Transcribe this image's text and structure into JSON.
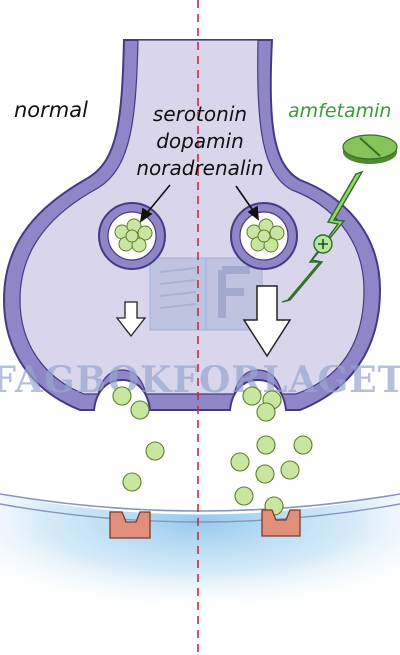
{
  "labels": {
    "normal": "normal",
    "amfetamin": "amfetamin",
    "transmitters": [
      "serotonin",
      "dopamin",
      "noradrenalin"
    ]
  },
  "watermark": "FAGBOKFORLAGET",
  "colors": {
    "membrane": "#8e86c6",
    "membrane_edge": "#463a86",
    "cytoplasm": "#d9d6ec",
    "vesicle_fill": "#c8e6a0",
    "vesicle_edge": "#5e7d2a",
    "receptor": "#e0907a",
    "pill": "#7bb64a",
    "lightning": "#98d66a",
    "divider": "#cc2a3a",
    "amfetamin_text": "#3a9a3a",
    "synapse_glow": "#8fc6ec"
  },
  "icons": {
    "pill": "amphetamine-pill-icon",
    "lightning": "lightning-icon",
    "plus": "plus-icon"
  }
}
